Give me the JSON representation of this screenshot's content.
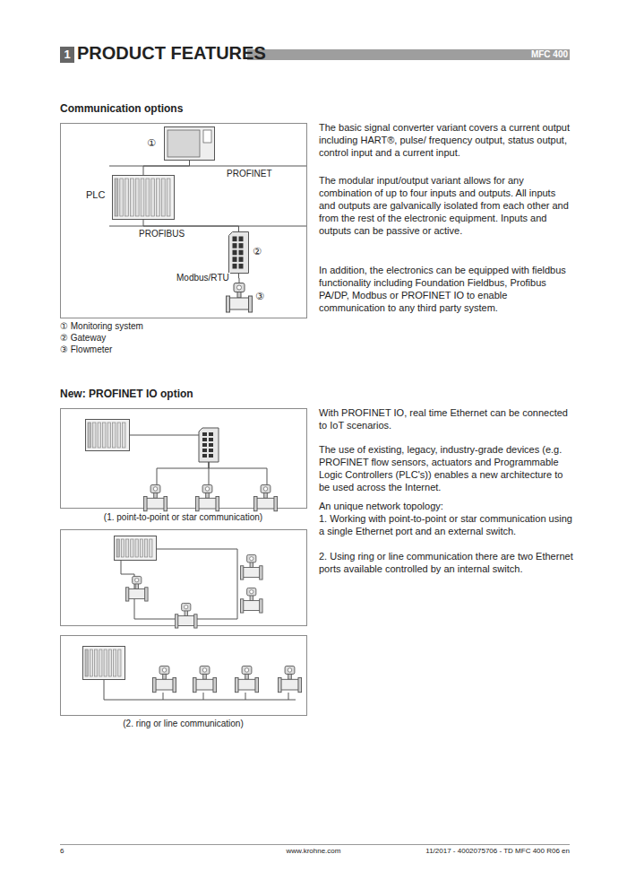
{
  "diagram": {
    "title": "PRODUCT FEATURES",
    "nodes": [
      {
        "text": [
          "①"
        ]
      },
      {
        "text": [
          "PLC"
        ]
      },
      {
        "text": [
          "②"
        ]
      },
      {
        "text": [
          "③"
        ]
      }
    ],
    "edges": [
      {
        "from": 0,
        "to": 1,
        "arrow": "none",
        "label": "PROFINET"
      },
      {
        "from": 1,
        "to": 2,
        "arrow": "none",
        "label": "PROFIBUS"
      },
      {
        "from": 2,
        "to": 3,
        "arrow": "none",
        "label": "Modbus/RTU"
      }
    ],
    "labels": [
      "1",
      "MFC 400",
      "Communication options",
      "① Monitoring system",
      "② Gateway",
      "③ Flowmeter",
      "The basic signal converter variant covers a current output including HART®, pulse/ frequency output, status output, control input and a current input.",
      "The modular input/output variant allows for any combination of up to four inputs and outputs. All inputs and outputs are galvanically isolated from each other and from the rest of the electronic equipment. Inputs and outputs can be passive or active.",
      "In addition, the electronics can be equipped with fieldbus functionality including Foundation Fieldbus, Profibus PA/DP, Modbus or PROFINET IO to enable communication to any third party system.",
      "New: PROFINET IO option",
      "(1. point-to-point or star communication)",
      "(2. ring or line communication)",
      "With PROFINET IO, real time Ethernet can be connected to IoT scenarios.",
      "The use of existing, legacy, industry-grade devices (e.g. PROFINET flow sensors, actuators and Programmable Logic Controllers (PLC's)) enables a new architecture to be used across the Internet.",
      "An unique network topology:",
      "1. Working with point-to-point or star communication using a single Ethernet port and an external switch.",
      "2. Using ring or line communication there are two Ethernet ports available controlled by an internal switch.",
      "6",
      "www.krohne.com",
      "11/2017 - 4002075706 - TD MFC 400 R06 en"
    ]
  }
}
